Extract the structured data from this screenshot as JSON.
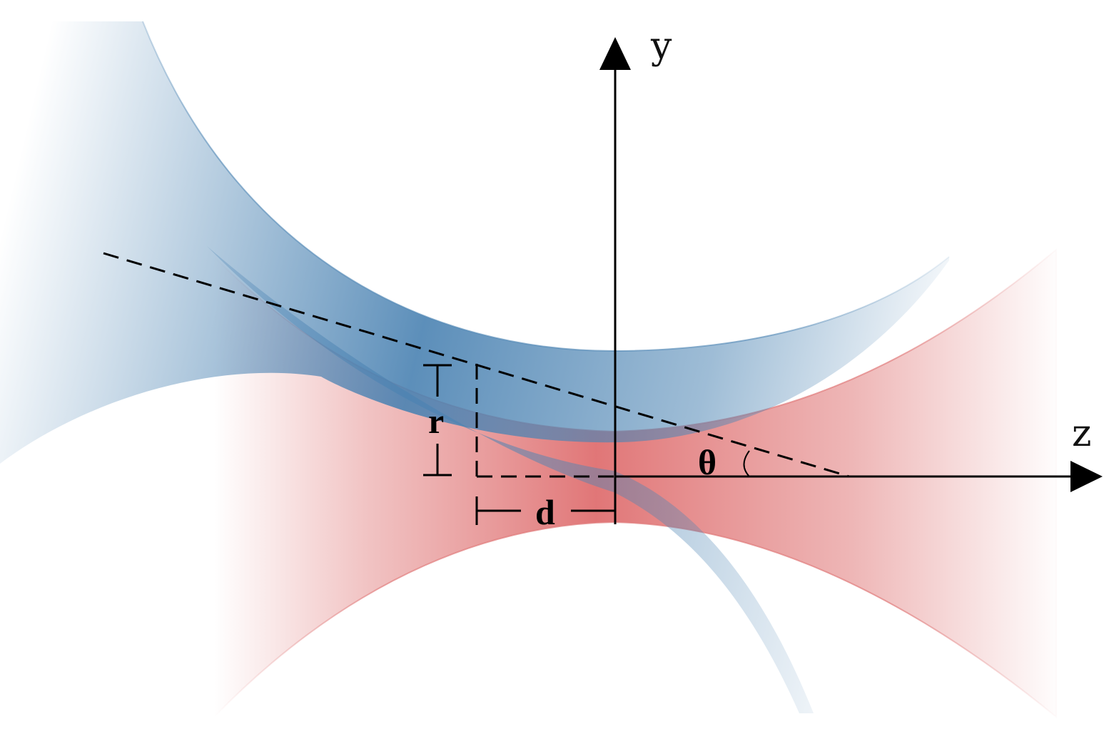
{
  "labels": {
    "y_axis": "y",
    "z_axis": "z",
    "theta": "θ",
    "r": "r",
    "d": "d"
  },
  "colors": {
    "beam_red": "#e07a7a",
    "beam_blue": "#4f86b4",
    "axis": "#000000",
    "background": "#ffffff"
  },
  "beams": [
    {
      "name": "red-beam",
      "color": "#e07a7a"
    },
    {
      "name": "blue-beam",
      "color": "#4f86b4"
    }
  ]
}
